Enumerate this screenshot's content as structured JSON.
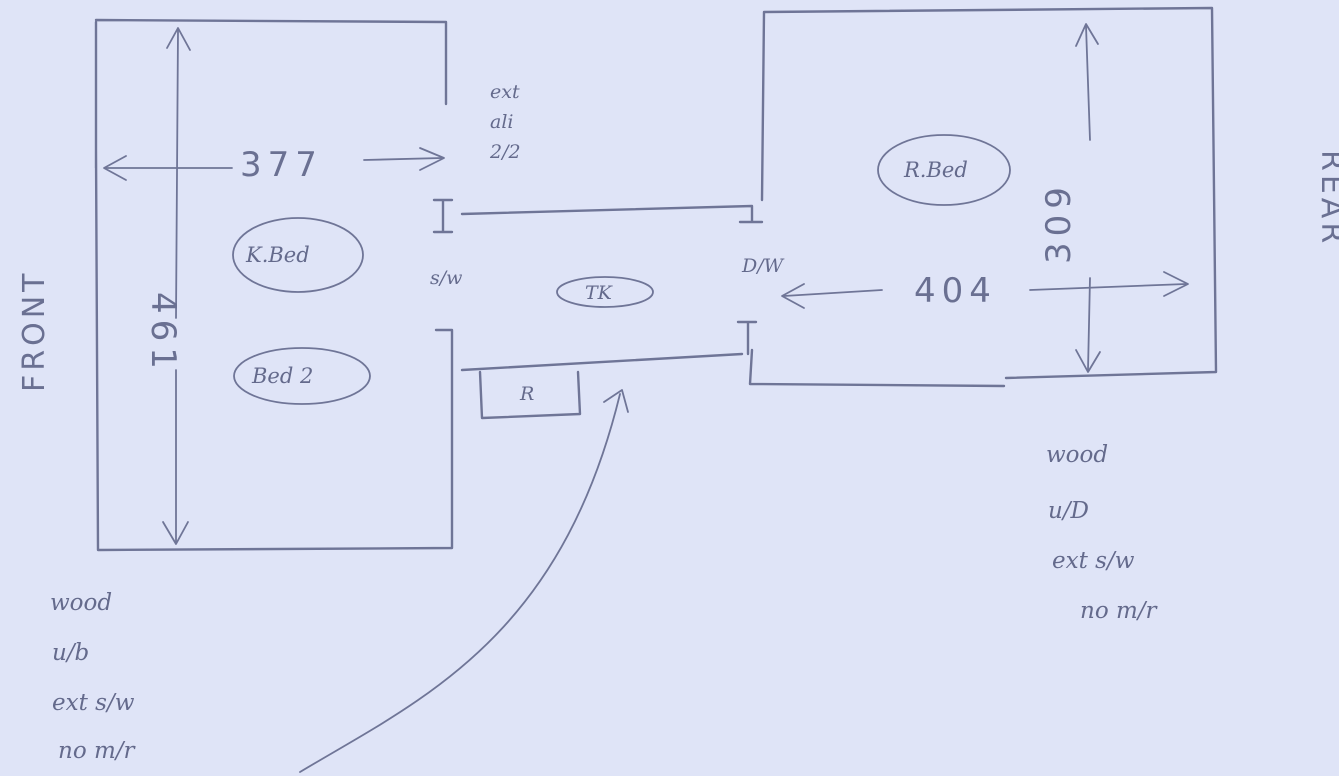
{
  "orientation": {
    "front": "FRONT",
    "rear": "REAR"
  },
  "dimensions": {
    "bed1_width": "377",
    "bed1_length": "461",
    "rear_bed_width": "404",
    "rear_bed_length": "309"
  },
  "rooms": {
    "k_bed": "K.Bed",
    "bed_2": "Bed 2",
    "r_bed": "R.Bed",
    "tk": "TK",
    "r": "R"
  },
  "doors": {
    "left": "s/w",
    "right": "D/W"
  },
  "wall_note": [
    "ext",
    "ali",
    "2/2"
  ],
  "front_notes": [
    "wood",
    "u/b",
    "ext s/w",
    "no m/r"
  ],
  "rear_notes": [
    "wood",
    "u/D",
    "ext s/w",
    "no m/r"
  ]
}
